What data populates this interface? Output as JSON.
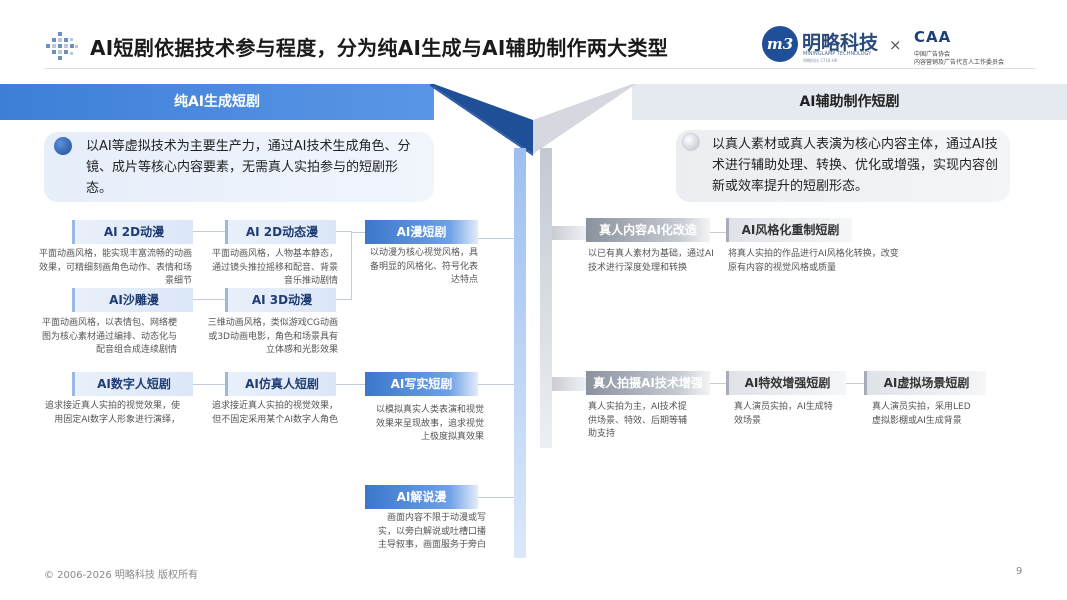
{
  "header": {
    "title": "AI短剧依据技术参与程度，分为纯AI生成与AI辅助制作两大类型",
    "brand_name": "明略科技",
    "brand_mark": "m3",
    "brand_sub": "MININGLAMP TECHNOLOGY",
    "brand_sub2": "明略科技 2718.HK",
    "times": "×",
    "cma_logo": "CAA",
    "cma_line1": "中国广告协会",
    "cma_line2": "内容营销及广告代言人工作委员会"
  },
  "left": {
    "banner": "纯AI生成短剧",
    "summary": "以AI等虚拟技术为主要生产力，通过AI技术生成角色、分镜、成片等核心内容要素，无需真人实拍参与的短剧形态。",
    "nodes": {
      "ai2d_anim": {
        "label": "AI 2D动漫",
        "desc": "平面动画风格，能实现丰富流畅的动画效果，可精细刻画角色动作、表情和场景细节"
      },
      "ai2d_static": {
        "label": "AI 2D动态漫",
        "desc": "平面动画风格，人物基本静态，通过镜头推拉摇移和配音、背景音乐推动剧情"
      },
      "ai_sand": {
        "label": "AI沙雕漫",
        "desc": "平面动画风格，以表情包、网络梗图为核心素材通过编排、动态化与配音组合成连续剧情"
      },
      "ai3d": {
        "label": "AI 3D动漫",
        "desc": "三维动画风格，类似游戏CG动画或3D动画电影，角色和场景具有立体感和光影效果"
      },
      "ai_comic": {
        "label": "AI漫短剧",
        "desc": "以动漫为核心视觉风格，具备明显的风格化、符号化表达特点"
      },
      "ai_digital": {
        "label": "AI数字人短剧",
        "desc": "追求接近真人实拍的视觉效果，使用固定AI数字人形象进行演绎，"
      },
      "ai_sim": {
        "label": "AI仿真人短剧",
        "desc": "追求接近真人实拍的视觉效果，但不固定采用某个AI数字人角色"
      },
      "ai_real": {
        "label": "AI写实短剧",
        "desc": "以模拟真实人类表演和视觉效果来呈现故事，追求视觉上极度拟真效果"
      },
      "ai_commentary": {
        "label": "AI解说漫",
        "desc": "画面内容不限于动漫或写实，以旁白解说或吐槽口播主导叙事，画面服务于旁白"
      }
    }
  },
  "right": {
    "banner": "AI辅助制作短剧",
    "summary": "以真人素材或真人表演为核心内容主体，通过AI技术进行辅助处理、转换、优化或增强，实现内容创新或效率提升的短剧形态。",
    "nodes": {
      "transform": {
        "label": "真人内容AI化改造",
        "desc": "以已有真人素材为基础，通过AI技术进行深度处理和转换"
      },
      "restyle": {
        "label": "AI风格化重制短剧",
        "desc": "将真人实拍的作品进行AI风格化转换，改变原有内容的视觉风格或质量"
      },
      "enhance": {
        "label": "真人拍摄AI技术增强",
        "desc": "真人实拍为主，AI技术提供场景、特效、后期等辅助支持"
      },
      "vfx": {
        "label": "AI特效增强短剧",
        "desc": "真人演员实拍，AI生成特效场景"
      },
      "virtual": {
        "label": "AI虚拟场景短剧",
        "desc": "真人演员实拍，采用LED虚拟影棚或AI生成背景"
      }
    }
  },
  "footer": {
    "copyright": "© 2006-2026 明略科技 版权所有",
    "page": "9"
  },
  "colors": {
    "accent_blue": "#3d7fd8",
    "dark_blue": "#1f4f96",
    "grey_banner": "#e5e9f0"
  }
}
